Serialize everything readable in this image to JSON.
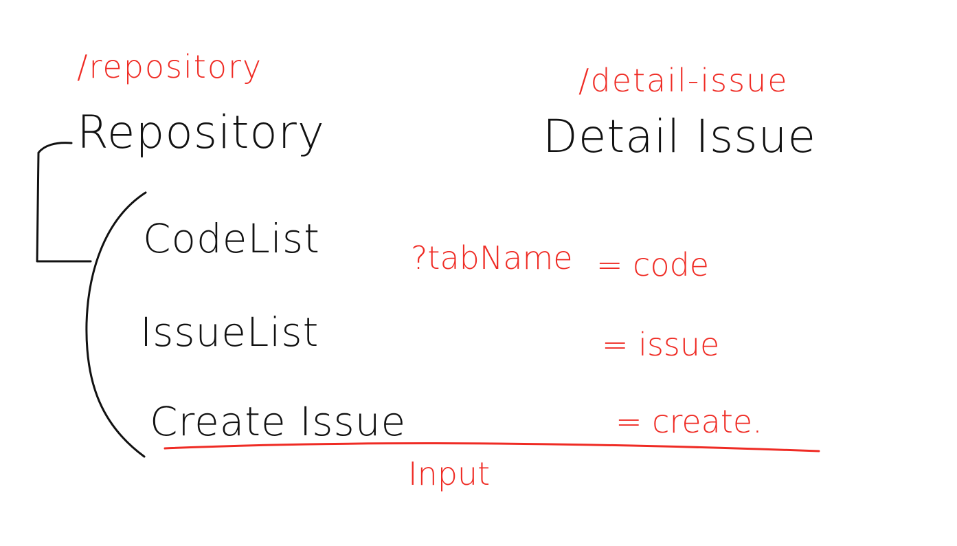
{
  "colors": {
    "ink": "#111111",
    "annotation": "#ef2b24"
  },
  "routes": {
    "repository_path": "/repository",
    "detail_issue_path": "/detail-issue"
  },
  "pages": {
    "repository": "Repository",
    "detail_issue": "Detail Issue"
  },
  "components": {
    "code_list": "CodeList",
    "issue_list": "IssueList",
    "create_issue": "Create Issue"
  },
  "query": {
    "tab_param": "?tabName",
    "code_value": "= code",
    "issue_value": "= issue",
    "create_value": "= create."
  },
  "notes": {
    "input": "Input"
  }
}
